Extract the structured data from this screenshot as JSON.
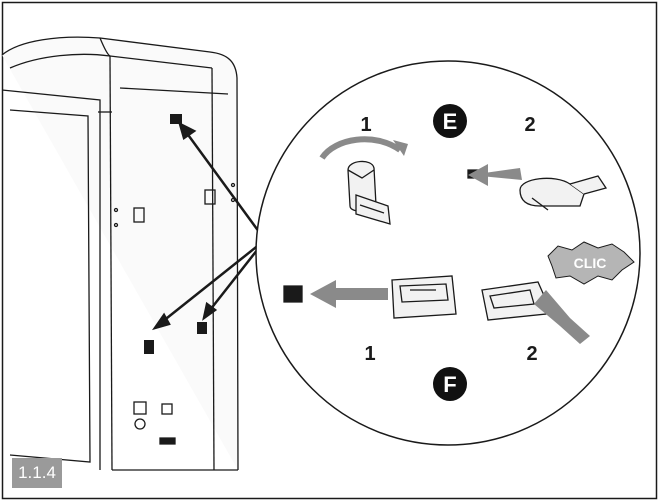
{
  "figure_number": "1.1.4",
  "section_e": {
    "letter": "E",
    "step_1": "1",
    "step_2": "2"
  },
  "section_f": {
    "letter": "F",
    "step_1": "1",
    "step_2": "2",
    "sound_label": "CLIC"
  },
  "colors": {
    "line": "#1a1a1a",
    "fill_light": "#f2f2f2",
    "arrow_gray": "#8a8a8a",
    "badge": "#111111",
    "fig_box": "#9a9a9a"
  }
}
